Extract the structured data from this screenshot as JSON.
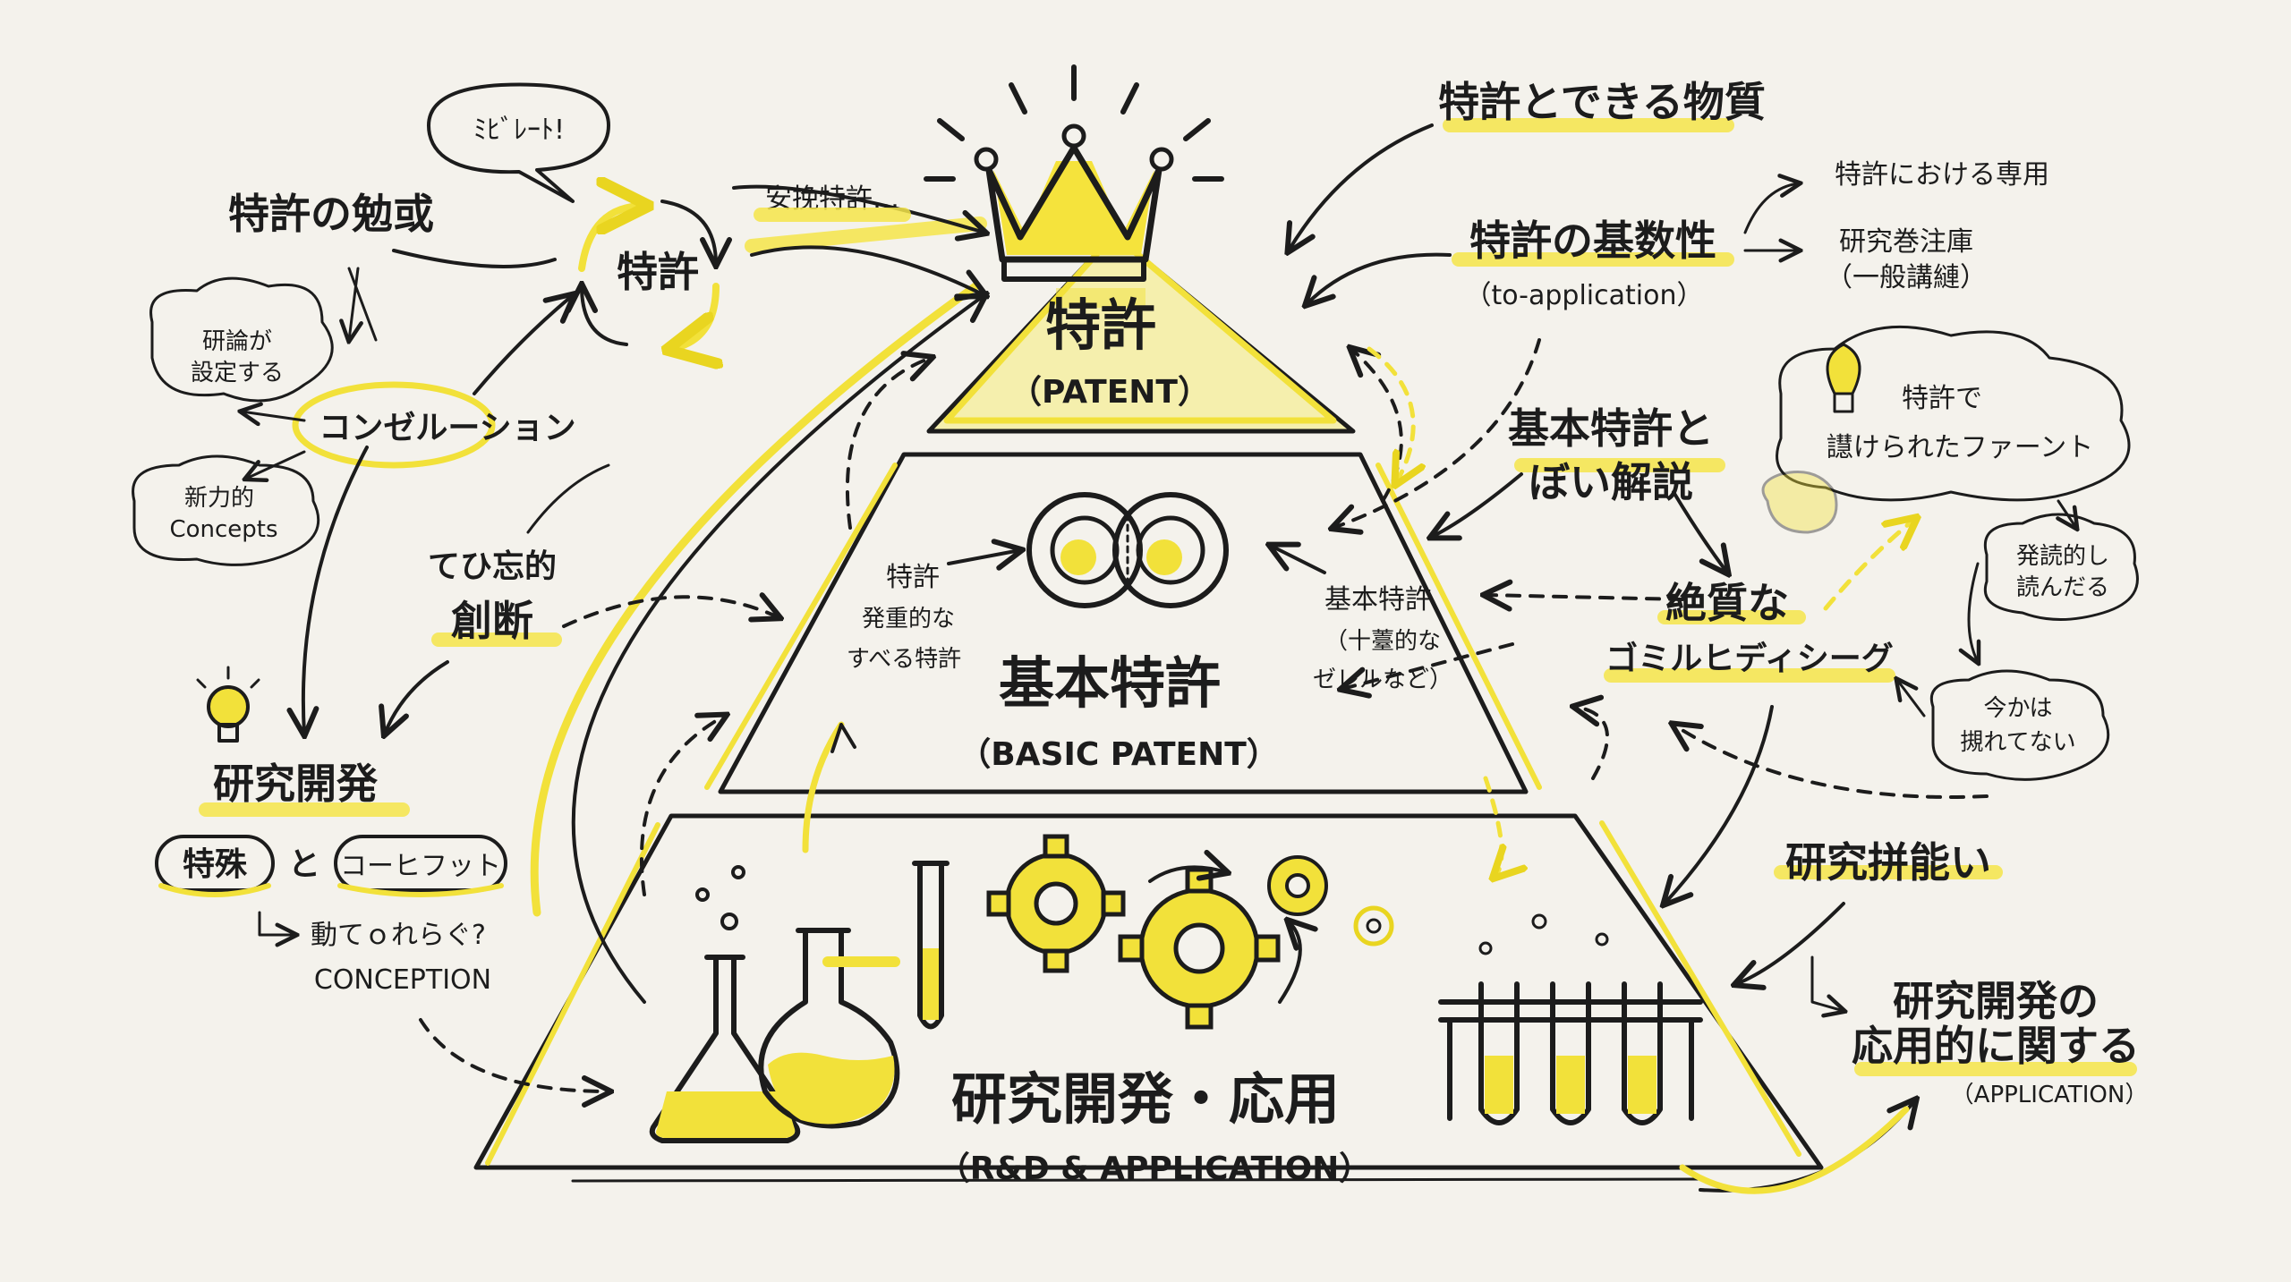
{
  "pyramid": {
    "top": {
      "title": "特許",
      "subtitle": "（PATENT）"
    },
    "middle": {
      "title": "基本特許",
      "subtitle": "（BASIC PATENT）"
    },
    "bottom": {
      "title": "研究開発・応用",
      "subtitle": "（R&D & APPLICATION）"
    }
  },
  "inner_notes": {
    "mid_left": [
      "特許",
      "発重的な",
      "すべる特許"
    ],
    "mid_right": [
      "基本特許",
      "（十薹的な",
      "ゼレルなど）"
    ]
  },
  "left": {
    "speech_bubble": "ﾐﾋﾞﾚｰﾄ!",
    "study": "特許の勉或",
    "cycle": "特許",
    "cloud_research": [
      "研論が",
      "設定する"
    ],
    "convolution": "コンゼルーション",
    "cloud_concepts": [
      "新力的",
      "Concepts"
    ],
    "creative": [
      "てひ忘的",
      "創断"
    ],
    "rnd": "研究開発",
    "pill_left": "特殊",
    "and": "と",
    "pill_right": "コーヒフット",
    "move": "動てｏれらぐ?",
    "conception": "CONCEPTION",
    "safe_patent": "安挽特許…"
  },
  "right": {
    "material": "特許とできる物質",
    "basic_number": "特許の基数性",
    "to_application": "（to-application）",
    "exclusive": "特許における専用",
    "research_lib": [
      "研究巻注庫",
      "（一般講縺）"
    ],
    "explanation": [
      "基本特許と",
      "ぼい解説"
    ],
    "cloud_font": [
      "特許で",
      "譿けられたファーント"
    ],
    "cloud_read": [
      "発読的し",
      "読んだる"
    ],
    "quality": [
      "絶質な",
      "ゴミルヒディシーグ"
    ],
    "cloud_now": [
      "今かは",
      "摫れてない"
    ],
    "ability": "研究拼能い",
    "application": [
      "研究開発の",
      "応用的に関する"
    ],
    "application_en": "（APPLICATION）"
  },
  "colors": {
    "ink": "#1c1c1c",
    "accent": "#f2e13a",
    "paper": "#f4f2ec"
  },
  "icons": [
    "crown-icon",
    "lightbulb-icon",
    "flask-icon",
    "gear-icon",
    "test-tube-icon",
    "infinity-seal-icon"
  ]
}
